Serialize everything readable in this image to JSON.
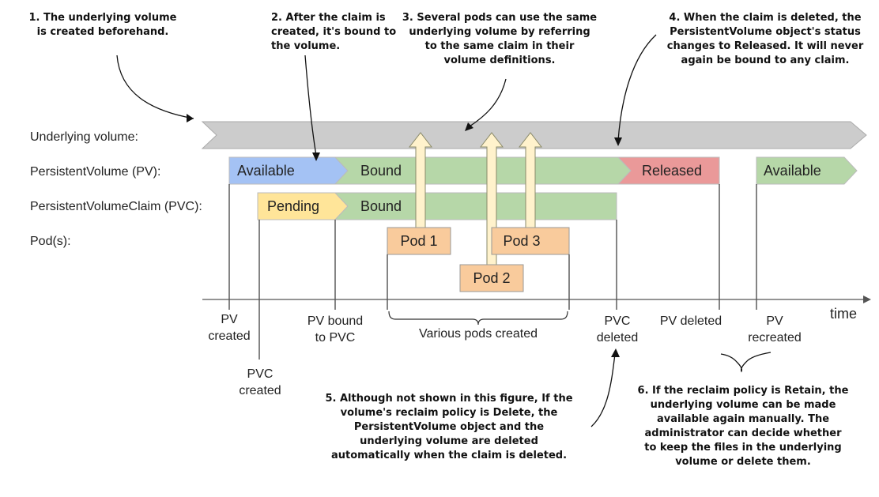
{
  "notes": {
    "n1": [
      "1. The underlying volume",
      "is created beforehand."
    ],
    "n2": [
      "2. After the claim is",
      "created, it's bound to",
      "the volume."
    ],
    "n3": [
      "3. Several pods can use the same",
      "underlying volume by referring",
      "to the same claim in their",
      "volume definitions."
    ],
    "n4": [
      "4. When the claim is deleted, the",
      "PersistentVolume object's status",
      "changes to Released. It will never",
      "again be bound to any claim."
    ],
    "n5": [
      "5. Although not shown in this figure, If the",
      "volume's reclaim policy is Delete, the",
      "PersistentVolume object and the",
      "underlying volume are deleted",
      "automatically when the claim is deleted."
    ],
    "n6": [
      "6. If the reclaim policy is Retain, the",
      "underlying volume can be made",
      "available again manually. The",
      "administrator can decide whether",
      "to keep the files in the underlying",
      "volume or delete them."
    ]
  },
  "rows": {
    "underlying_volume": "Underlying volume:",
    "pv": "PersistentVolume (PV):",
    "pvc": "PersistentVolumeClaim (PVC):",
    "pods": "Pod(s):"
  },
  "pv_states": {
    "available": "Available",
    "bound": "Bound",
    "released": "Released",
    "available_again": "Available"
  },
  "pvc_states": {
    "pending": "Pending",
    "bound": "Bound"
  },
  "pods": [
    "Pod 1",
    "Pod 2",
    "Pod 3"
  ],
  "axis_label": "time",
  "events": {
    "pv_created": [
      "PV",
      "created"
    ],
    "pvc_created": [
      "PVC",
      "created"
    ],
    "pv_bound": [
      "PV bound",
      "to PVC"
    ],
    "pods_created": [
      "Various pods created"
    ],
    "pvc_deleted": [
      "PVC",
      "deleted"
    ],
    "pv_deleted": [
      "PV deleted"
    ],
    "pv_recreated": [
      "PV",
      "recreated"
    ]
  },
  "colors": {
    "volume": "#cccccc",
    "available": "#a4c2f4",
    "bound": "#b6d7a8",
    "released": "#ea9999",
    "pending": "#ffe599",
    "pod": "#f9cb9c",
    "pod_arrow": "#fff2cc",
    "outline": "#999999"
  }
}
